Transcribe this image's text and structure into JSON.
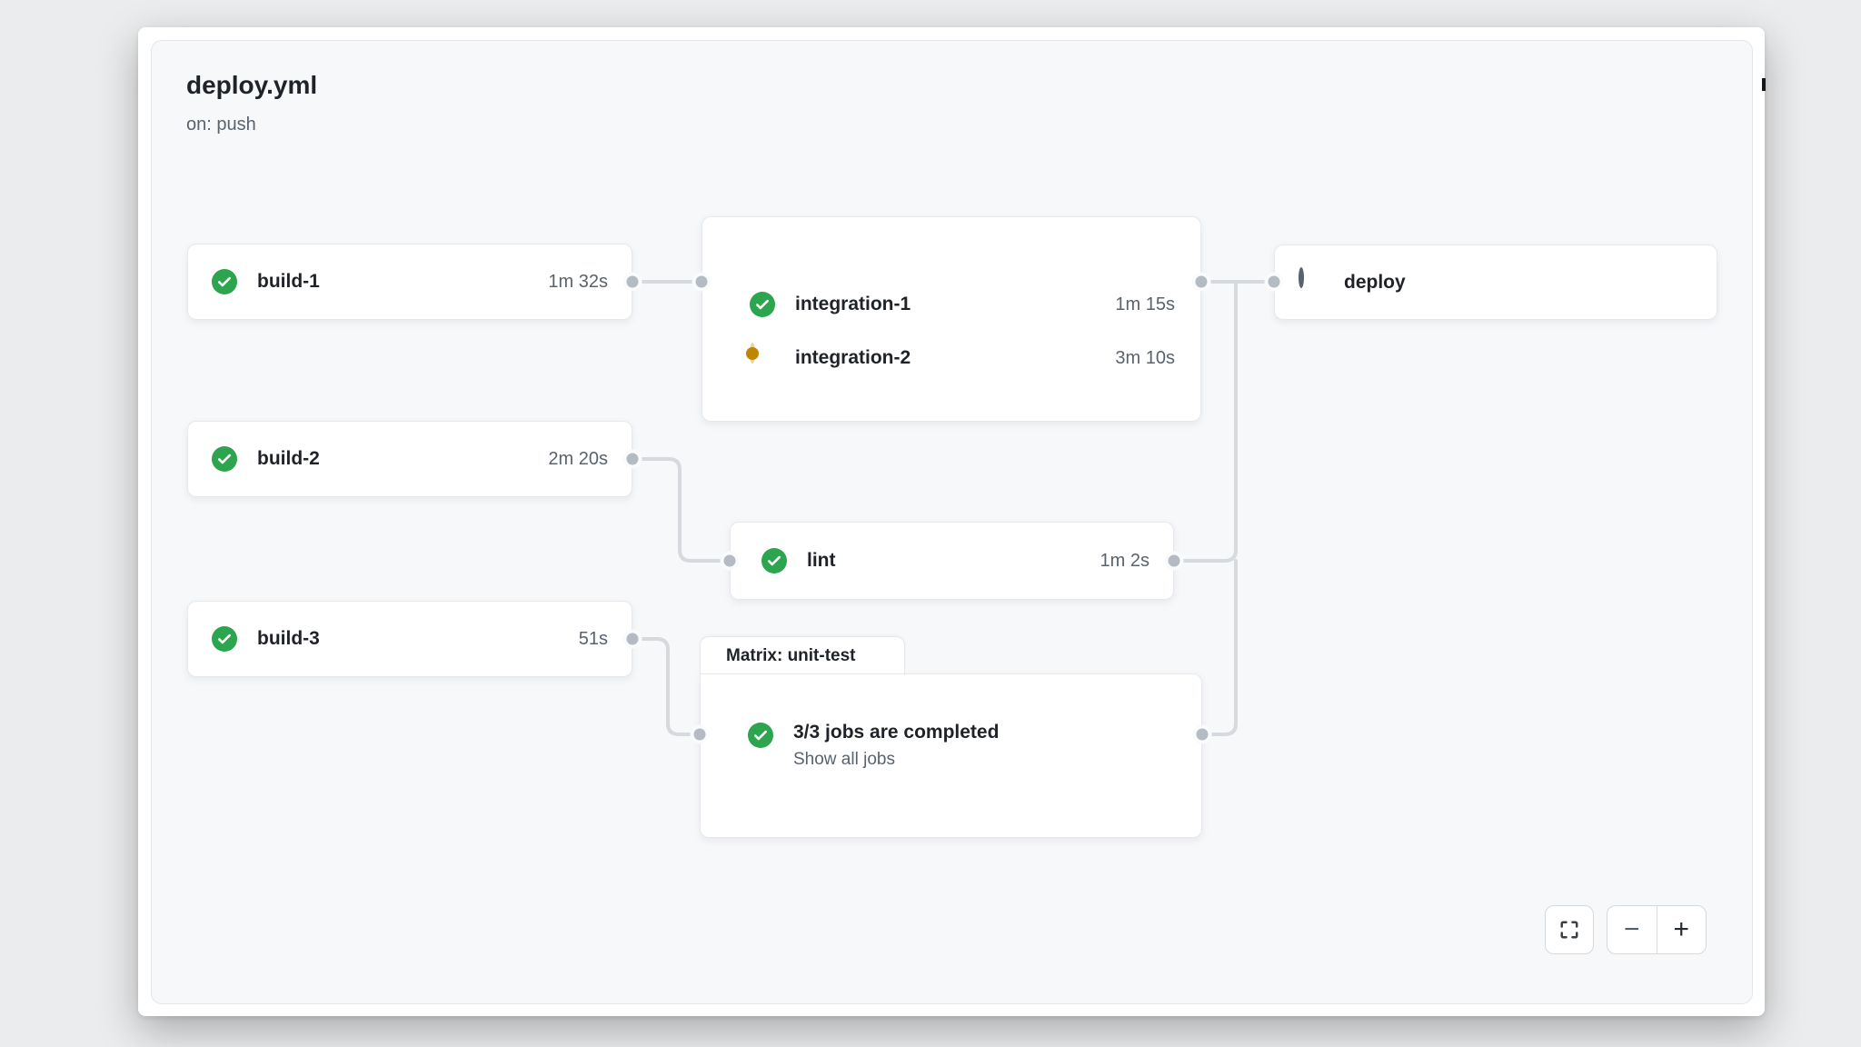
{
  "header": {
    "title": "deploy.yml",
    "trigger": "on: push"
  },
  "jobs": {
    "build_1": {
      "label": "build-1",
      "duration": "1m 32s",
      "status": "success"
    },
    "build_2": {
      "label": "build-2",
      "duration": "2m 20s",
      "status": "success"
    },
    "build_3": {
      "label": "build-3",
      "duration": "51s",
      "status": "success"
    },
    "integration_1": {
      "label": "integration-1",
      "duration": "1m 15s",
      "status": "success"
    },
    "integration_2": {
      "label": "integration-2",
      "duration": "3m 10s",
      "status": "in-progress"
    },
    "lint": {
      "label": "lint",
      "duration": "1m 2s",
      "status": "success"
    },
    "unit_test_matrix": {
      "tab": "Matrix: unit-test",
      "summary": "3/3 jobs are completed",
      "link": "Show all jobs",
      "status": "success"
    },
    "deploy": {
      "label": "deploy",
      "duration": "",
      "status": "queued"
    }
  },
  "controls": {
    "zoom_out": "−",
    "zoom_in": "+"
  },
  "colors": {
    "success": "#2da44e",
    "in_progress": "#bf8700",
    "queued_outline": "#59636e",
    "connector": "#d6d9dd",
    "port": "#b4bbc2",
    "panel_bg": "#f6f8fa"
  }
}
